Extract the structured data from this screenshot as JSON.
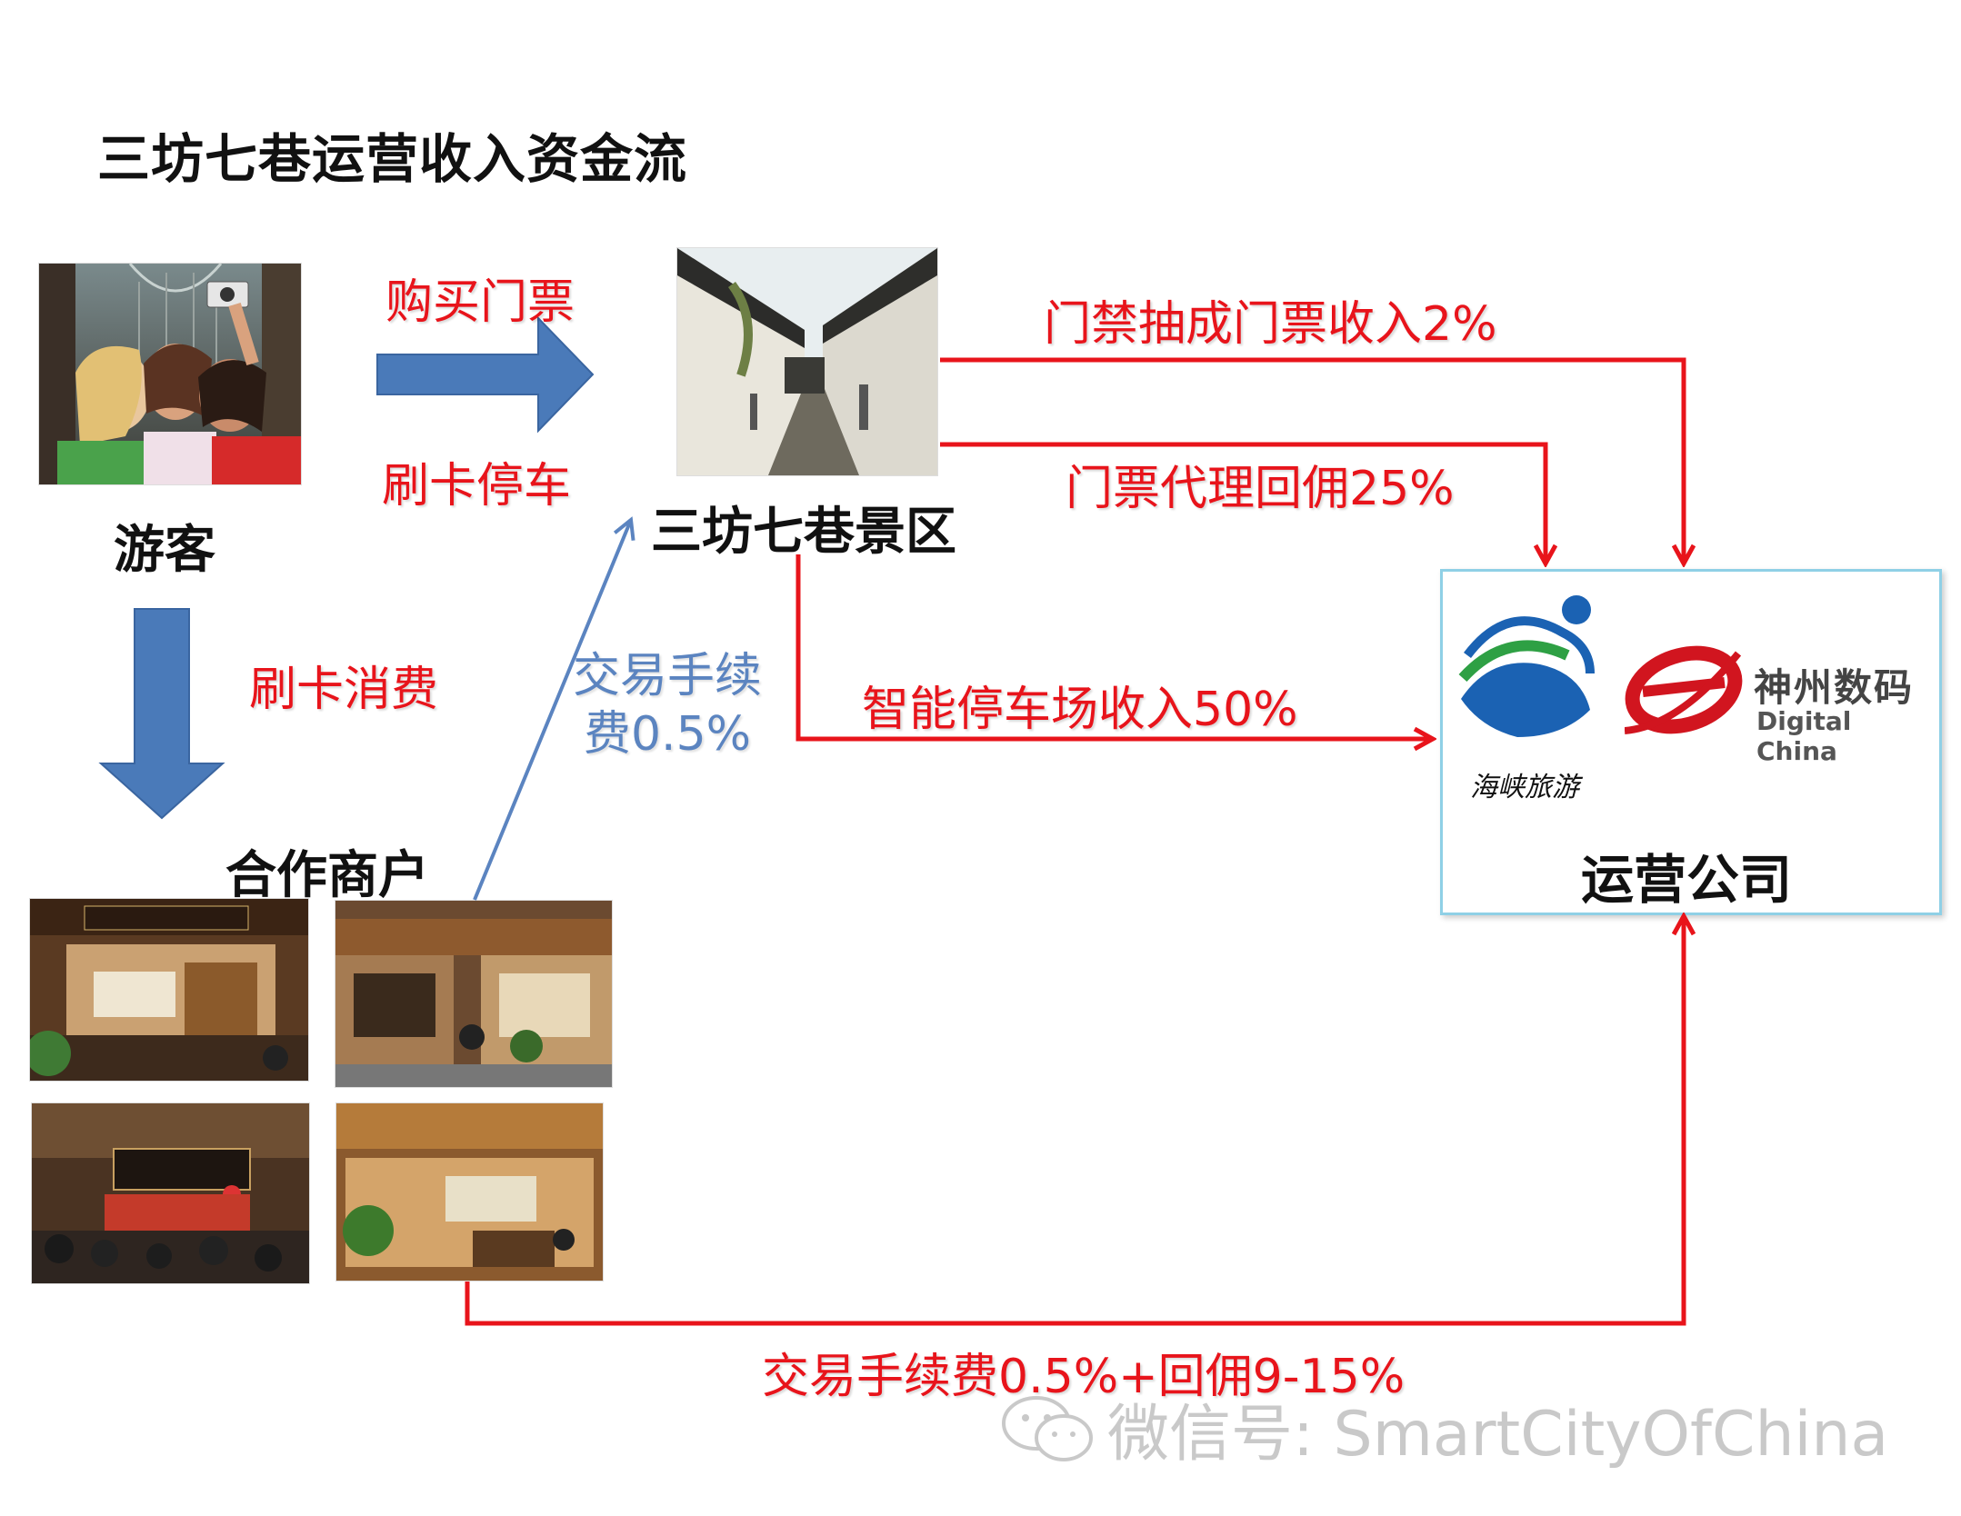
{
  "title": "三坊七巷运营收入资金流",
  "nodes": {
    "tourist": "游客",
    "scenic": "三坊七巷景区",
    "merchants": "合作商户",
    "operator": "运营公司"
  },
  "flows": {
    "buy_ticket": "购买门票",
    "card_parking": "刷卡停车",
    "card_spending": "刷卡消费",
    "fee_line1": "交易手续",
    "fee_line2": "费0.5%",
    "gate_commission": "门禁抽成门票收入2%",
    "ticket_agent": "门票代理回佣25%",
    "parking_income": "智能停车场收入50%",
    "merchant_fee": "交易手续费0.5%+回佣9-15%"
  },
  "logos": {
    "haixia": "海峡旅游",
    "shenzhou_cn": "神州数码",
    "shenzhou_en": "Digital China"
  },
  "watermark": "微信号: SmartCityOfChina",
  "colors": {
    "red": "#e8141b",
    "blue_arrow": "#4a7ab9",
    "thin_blue": "#5b84c0",
    "box_border": "#8fd0e6"
  }
}
